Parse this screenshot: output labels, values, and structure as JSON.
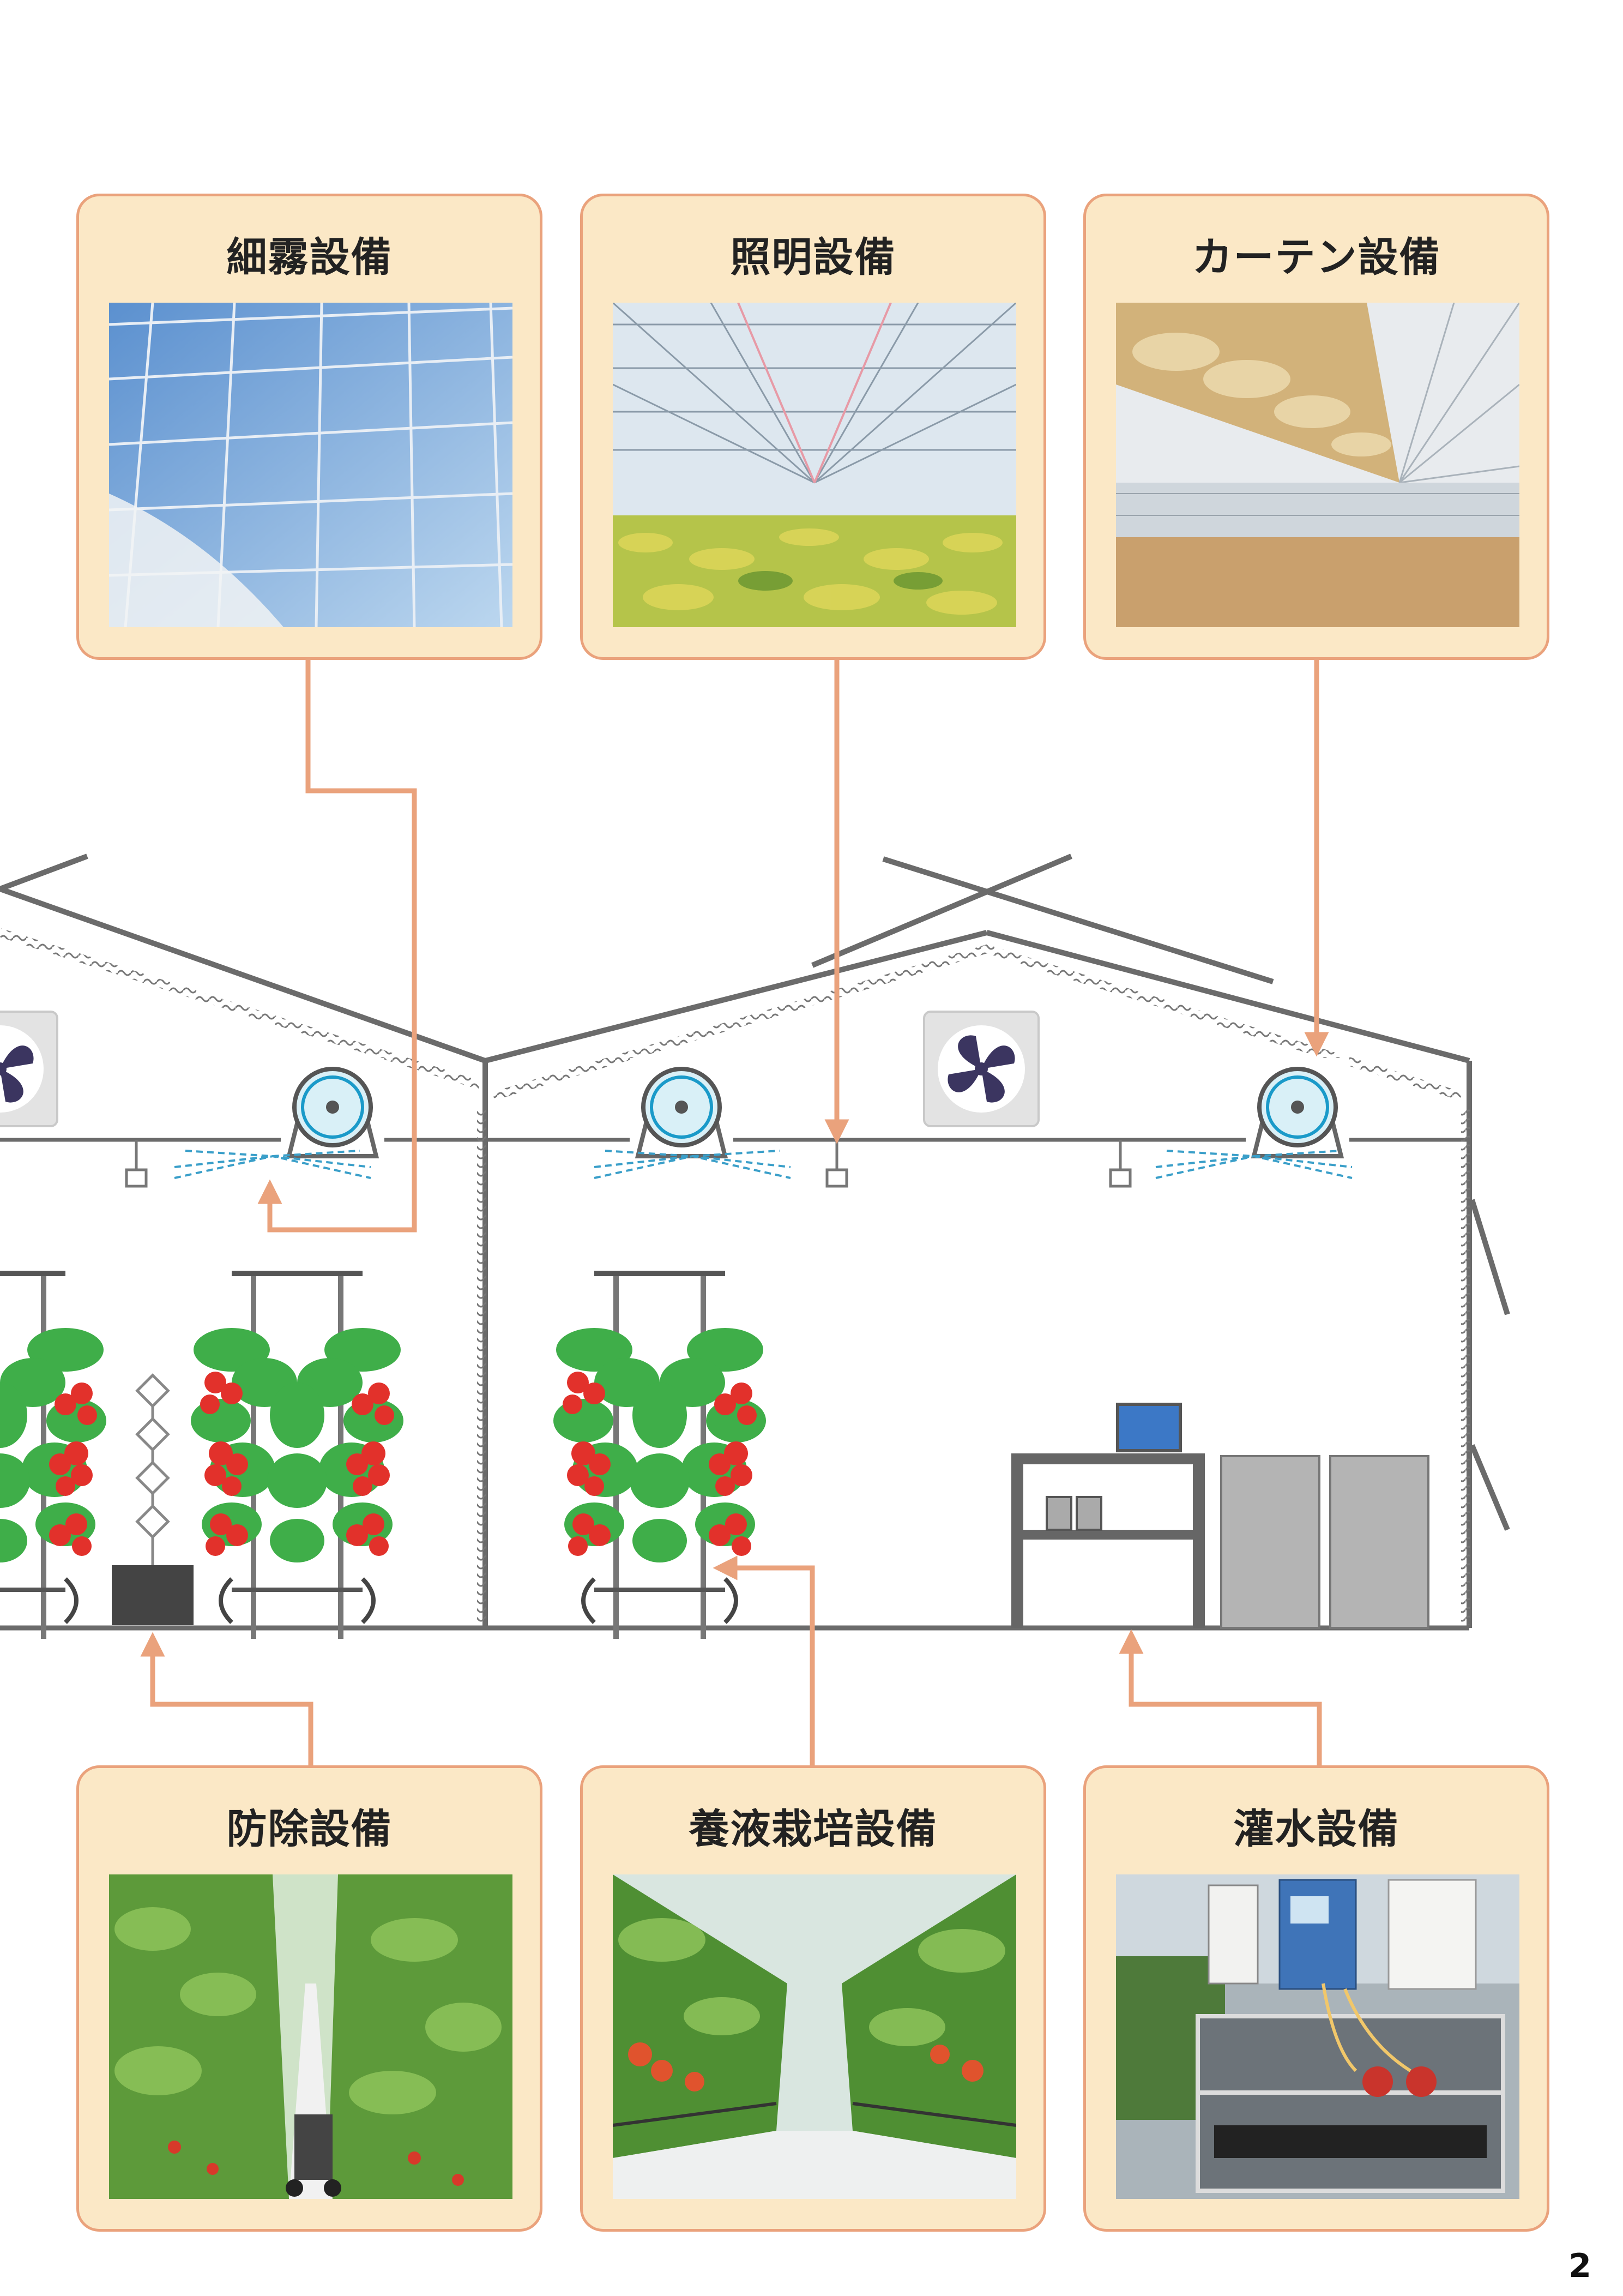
{
  "cards": {
    "mist": {
      "title": "細霧設備",
      "icon": "mist-photo"
    },
    "lighting": {
      "title": "照明設備",
      "icon": "lighting-photo"
    },
    "curtain": {
      "title": "カーテン設備",
      "icon": "curtain-photo"
    },
    "pest": {
      "title": "防除設備",
      "icon": "pest-control-photo"
    },
    "hydroponic": {
      "title": "養液栽培設備",
      "icon": "hydroponic-photo"
    },
    "irrigation": {
      "title": "灌水設備",
      "icon": "irrigation-photo"
    }
  },
  "page_number": "2",
  "colors": {
    "card_bg": "#fbe8c6",
    "card_border": "#eaa27c",
    "arrow": "#eaa27c",
    "structure": "#6b6b6b"
  }
}
